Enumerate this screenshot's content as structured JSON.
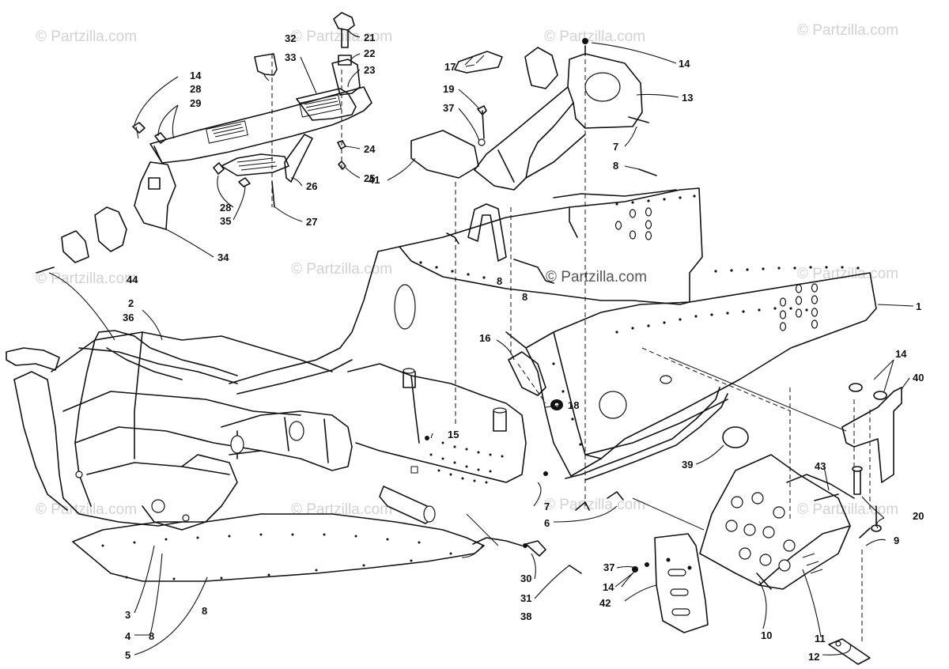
{
  "watermark": {
    "text": "© Partzilla.com"
  },
  "callouts": {
    "c1": "1",
    "c2": "2",
    "c3": "3",
    "c4": "4",
    "c5": "5",
    "c6": "6",
    "c7a": "7",
    "c7b": "7",
    "c8a": "8",
    "c8b": "8",
    "c8c": "8",
    "c8d": "8",
    "c8e": "8",
    "c9": "9",
    "c10": "10",
    "c11": "11",
    "c12": "12",
    "c13": "13",
    "c14a": "14",
    "c14b": "14",
    "c14c": "14",
    "c14d": "14",
    "c15": "15",
    "c16": "16",
    "c17": "17",
    "c18": "18",
    "c19": "19",
    "c20": "20",
    "c21": "21",
    "c22": "22",
    "c23": "23",
    "c24": "24",
    "c25": "25",
    "c26": "26",
    "c27": "27",
    "c28a": "28",
    "c28b": "28",
    "c29": "29",
    "c30": "30",
    "c31": "31",
    "c32": "32",
    "c33": "33",
    "c34": "34",
    "c35": "35",
    "c36": "36",
    "c37a": "37",
    "c37b": "37",
    "c38": "38",
    "c39": "39",
    "c40": "40",
    "c41": "41",
    "c42": "42",
    "c43": "43",
    "c44": "44"
  }
}
